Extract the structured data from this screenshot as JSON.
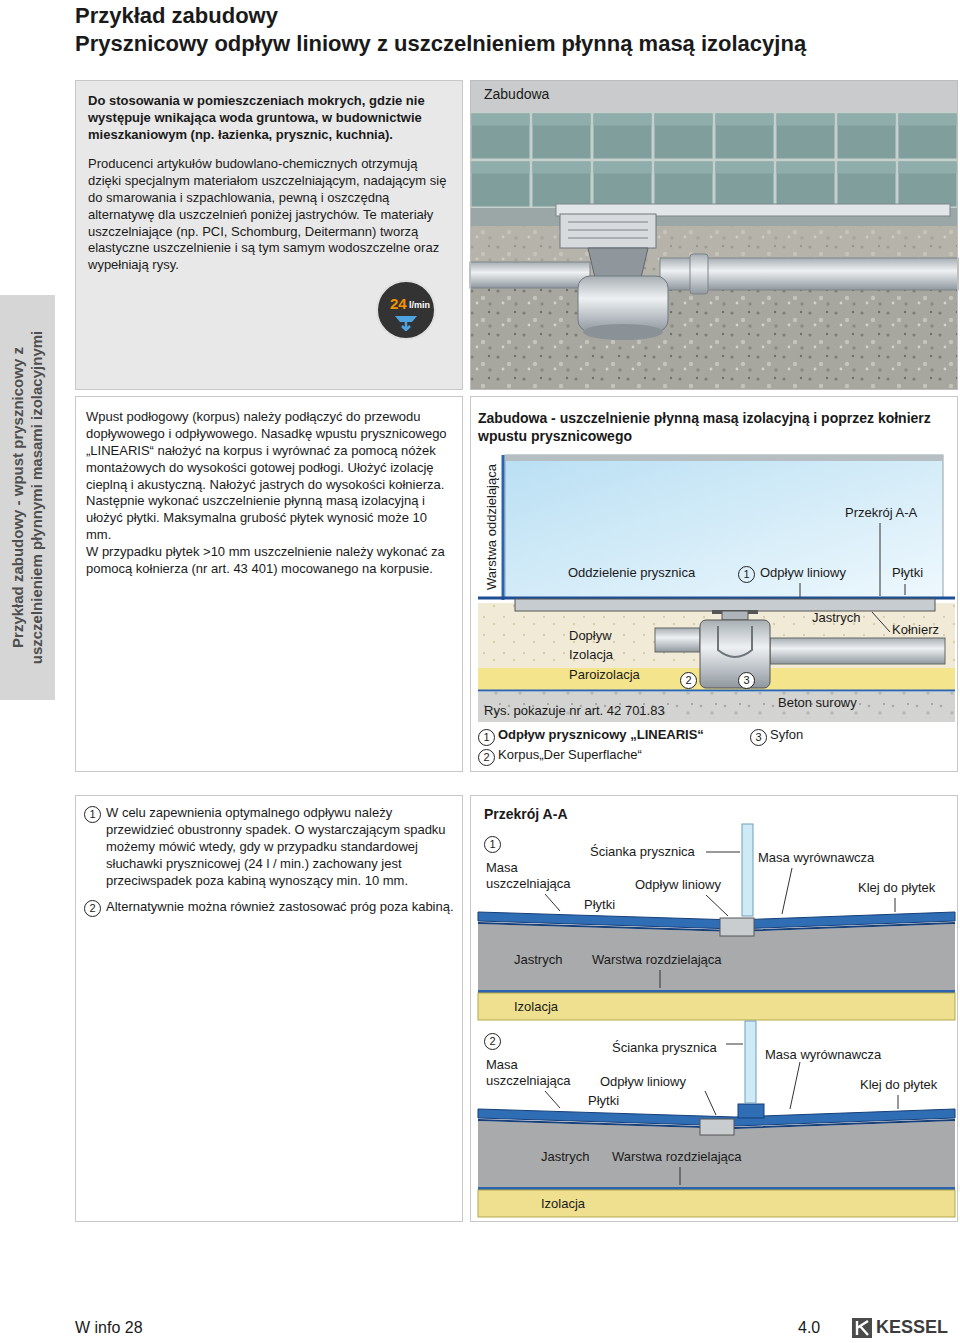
{
  "diagram": {
    "title": "Przykład zabudowy",
    "nodes": [
      {
        "text": [
          "Przykład zabudowy - wpust prysznicowy z uszczelnieniem płynnymi masami izolacyjnymi"
        ]
      },
      {
        "text": [
          "Do stosowania w pomieszczeniach mokrych, gdzie nie występuje wnikająca woda gruntowa, w budownictwie mieszkaniowym (np. łazienka, prysznic, kuchnia).",
          "Producenci artykułów budowlano-chemicznych otrzymują dzięki specjalnym materiałom uszczelniającym, nadającym się do smarowania i szpachlowania, pewną i oszczędną alternatywę dla uszczelnień poniżej jastrychów. Te materiały uszczelniające (np. PCI, Schomburg, Deitermann) tworzą elastyczne uszczelnienie i są tym samym wodoszczelne oraz wypełniają rysy."
        ]
      },
      {
        "text": [
          "24",
          "l/min"
        ],
        "in": 1
      },
      {
        "text": [
          "Zabudowa"
        ]
      },
      {
        "text": [
          "Wpust podłogowy (korpus) należy podłączyć do przewodu dopływowego i odpływowego. Nasadkę wpustu prysznicowego „LINEARIS“ nałożyć na korpus i wyrównać za pomocą nóżek montażowych do wysokości gotowej podłogi. Ułożyć izolację cieplną i akustyczną. Nałożyć jastrych do wysokości kołnierza. Następnie wykonać uszczelnienie płynną masą izolacyjną i ułożyć płytki. Maksymalna grubość płytek wynosić może 10 mm.",
          "W przypadku płytek >10 mm uszczelnienie należy wykonać za pomocą kołnierza (nr art. 43 401) mocowanego na korpusie."
        ]
      },
      {
        "text": [
          "Zabudowa - uszczelnienie płynną masą izolacyjną i poprzez kołnierz wpustu prysznicowego"
        ]
      },
      {
        "text": [
          "W celu zapewnienia optymalnego odpływu należy przewidzieć obustronny spadek. O wystarczającym spadku możemy mówić wtedy, gdy w przypadku standardowej słuchawki prysznicowej (24 l / min.) zachowany jest przeciwspadek poza kabiną wynoszący min. 10 mm.",
          "Alternatywnie można również zastosować próg poza kabiną."
        ]
      },
      {
        "text": [
          "Przekrój A-A"
        ]
      }
    ],
    "labels": [
      "Prysznicowy odpływ liniowy z uszczelnieniem płynną masą izolacyjną",
      "Warstwa oddzielająca",
      "Przekrój A-A",
      "Oddzielenie prysznica",
      "1",
      "Odpływ liniowy",
      "Płytki",
      "Jastrych",
      "Kołnierz",
      "Dopływ",
      "Izolacja",
      "Paroizolacja",
      "2",
      "3",
      "Beton surowy",
      "Rys. pokazuje nr art. 42 701.83",
      "1",
      "Odpływ prysznicowy „LINEARIS“",
      "3",
      "Syfon",
      "2",
      "Korpus„Der Superflache“",
      "1",
      "2",
      "1",
      "Masa uszczelniająca",
      "Ścianka prysznica",
      "Masa wyrównawcza",
      "Odpływ liniowy",
      "Klej do płytek",
      "Płytki",
      "Jastrych",
      "Warstwa rozdzielająca",
      "Izolacja",
      "2",
      "Masa uszczelniająca",
      "Ścianka prysznica",
      "Masa wyrównawcza",
      "Odpływ liniowy",
      "Klej do płytek",
      "Płytki",
      "Jastrych",
      "Warstwa rozdzielająca",
      "Izolacja",
      "W info 28",
      "4.0",
      "KESSEL"
    ]
  }
}
